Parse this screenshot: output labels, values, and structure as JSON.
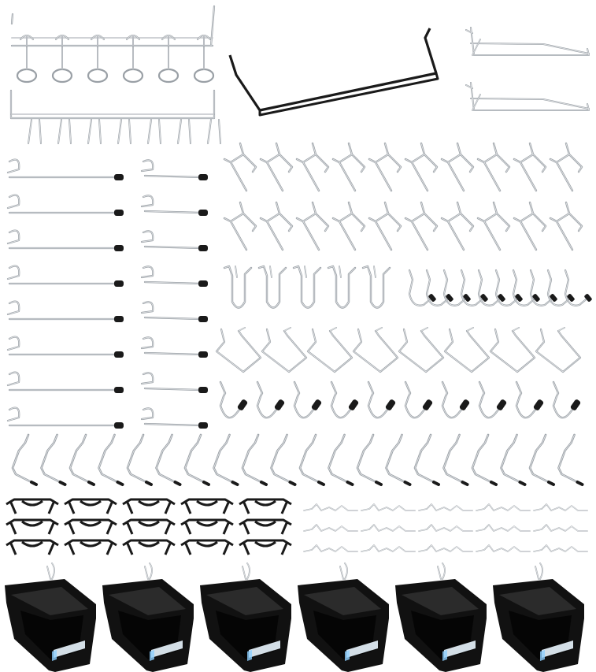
{
  "scene": {
    "background": "#ffffff",
    "wire_color": "#9aa0a6",
    "wire_highlight": "#e6e8ea",
    "black_color": "#1a1a1a",
    "bin_color": "#111111",
    "label_color": "#eaf6ff"
  },
  "groups": [
    {
      "name": "loop-hook-strip",
      "count": 6
    },
    {
      "name": "straight-bar-strip",
      "count": 7
    },
    {
      "name": "black-bar-holder",
      "count": 1
    },
    {
      "name": "tool-holder",
      "count": 2
    },
    {
      "name": "long-hook-left",
      "count": 8
    },
    {
      "name": "short-hook-right",
      "count": 8
    },
    {
      "name": "angled-hook",
      "count": 20
    },
    {
      "name": "u-hook",
      "count": 5
    },
    {
      "name": "j-hook",
      "count": 10
    },
    {
      "name": "triangle-hook",
      "count": 8
    },
    {
      "name": "l-hook",
      "count": 10
    },
    {
      "name": "z-hook",
      "count": 20
    },
    {
      "name": "black-lock",
      "count": 15
    },
    {
      "name": "wire-clip",
      "count": 15
    },
    {
      "name": "storage-bin",
      "count": 6
    }
  ]
}
